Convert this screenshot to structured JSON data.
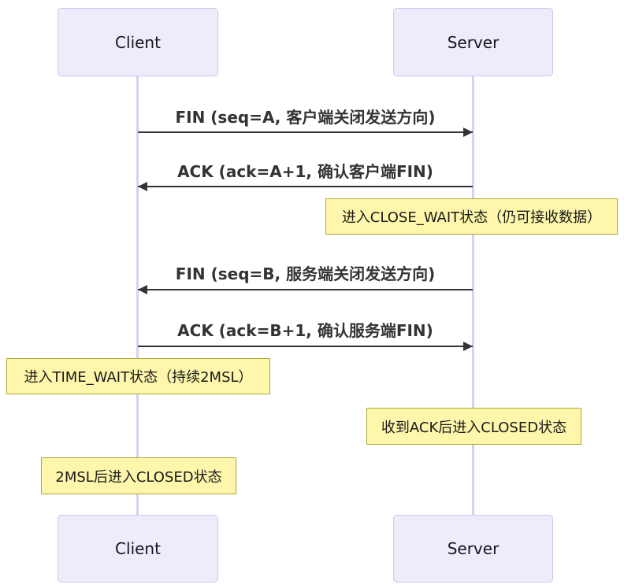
{
  "diagram": {
    "type": "sequence-diagram",
    "actors": [
      {
        "id": "client",
        "label": "Client"
      },
      {
        "id": "server",
        "label": "Server"
      }
    ],
    "messages": [
      {
        "from": "client",
        "to": "server",
        "text": "FIN (seq=A, 客户端关闭发送方向)"
      },
      {
        "from": "server",
        "to": "client",
        "text": "ACK (ack=A+1, 确认客户端FIN)"
      },
      {
        "from": "server",
        "to": "client",
        "text": "FIN (seq=B, 服务端关闭发送方向)"
      },
      {
        "from": "client",
        "to": "server",
        "text": "ACK (ack=B+1, 确认服务端FIN)"
      }
    ],
    "notes": [
      {
        "over": "server",
        "text": "进入CLOSE_WAIT状态（仍可接收数据）"
      },
      {
        "over": "client",
        "text": "进入TIME_WAIT状态（持续2MSL）"
      },
      {
        "over": "server",
        "text": "收到ACK后进入CLOSED状态"
      },
      {
        "over": "client",
        "text": "2MSL后进入CLOSED状态"
      }
    ],
    "colors": {
      "actor_fill": "#ECECFB",
      "actor_border": "#CDC6EC",
      "lifeline": "#D9D0F1",
      "note_fill": "#FDF6AB",
      "note_border": "#AAAA33",
      "arrow": "#333333",
      "message_text": "#333333",
      "note_text": "#1A1A1A",
      "actor_text": "#16161D",
      "background": "#FFFFFF"
    }
  }
}
